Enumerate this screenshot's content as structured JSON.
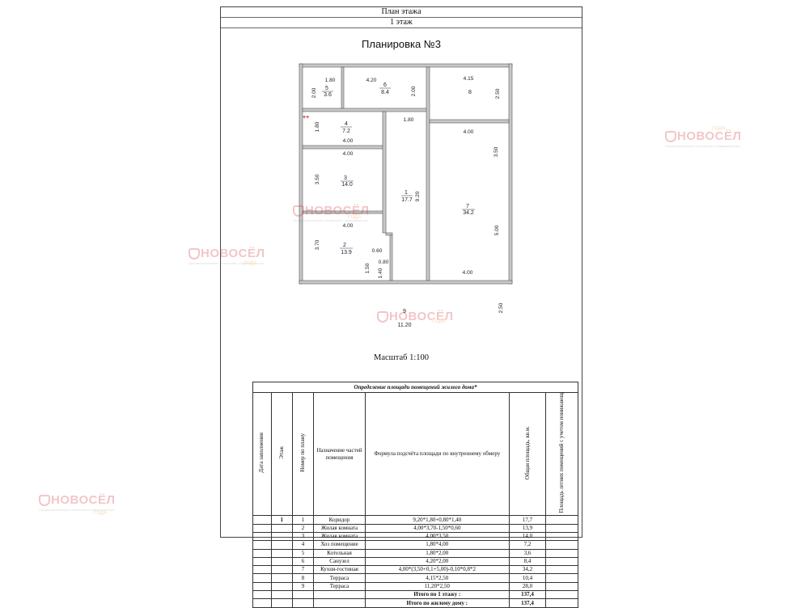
{
  "header": {
    "title": "План этажа",
    "floor": "1 этаж",
    "layout_title": "Планировка №3",
    "scale": "Масштаб 1:100"
  },
  "plan": {
    "room_labels": [
      {
        "num": "5",
        "area": "3.6"
      },
      {
        "num": "6",
        "area": "8.4"
      },
      {
        "num": "8",
        "area": ""
      },
      {
        "num": "4",
        "area": "7.2"
      },
      {
        "num": "3",
        "area": "14.0"
      },
      {
        "num": "2",
        "area": "13.9"
      },
      {
        "num": "1",
        "area": "17.7"
      },
      {
        "num": "7",
        "area": "34.2"
      },
      {
        "num": "9",
        "area": "11.20"
      }
    ],
    "dimensions": [
      "1.80",
      "4.20",
      "2.00",
      "2.00",
      "4.15",
      "2.50",
      "1.80",
      "1.80",
      "4.00",
      "4.00",
      "3.50",
      "4.00",
      "3.50",
      "9.20",
      "4.00",
      "3.70",
      "0.60",
      "0.80",
      "1.50",
      "1.40",
      "5.00",
      "4.00",
      "2.50"
    ],
    "plus_marks": "++"
  },
  "table": {
    "caption": "Определение площади помещений жилого дома*",
    "headers": {
      "date": "Дата заполнения",
      "floor": "Этаж",
      "num": "Номер по плану",
      "purpose": "Назначение частей помещения",
      "formula": "Формула подсчёта площади по внутреннему обмеру",
      "area": "Общая площадь, кв.м.",
      "area_adj": "Площадь летних помещений с учетом понижающ"
    },
    "floor_value": "1",
    "rows": [
      {
        "num": "1",
        "name": "Коридор",
        "formula": "9,20*1,80+0,80*1,40",
        "area": "17,7"
      },
      {
        "num": "2",
        "name": "Жилая комната",
        "formula": "4,00*3,70-1,50*0,60",
        "area": "13,9"
      },
      {
        "num": "3",
        "name": "Жилая комната",
        "formula": "4,00*3,50",
        "area": "14,0"
      },
      {
        "num": "4",
        "name": "Хоз помещение",
        "formula": "1,80*4,00",
        "area": "7,2"
      },
      {
        "num": "5",
        "name": "Котельная",
        "formula": "1,80*2,00",
        "area": "3,6"
      },
      {
        "num": "6",
        "name": "Санузел",
        "formula": "4,20*2,00",
        "area": "8,4"
      },
      {
        "num": "7",
        "name": "Кухня-гостиная",
        "formula": "4,00*(3,50+0,1+5,00)-0,10*0,8*2",
        "area": "34,2"
      },
      {
        "num": "8",
        "name": "Терраса",
        "formula": "4,15*2,50",
        "area": "10,4"
      },
      {
        "num": "9",
        "name": "Терраса",
        "formula": "11,20*2,50",
        "area": "28,0"
      }
    ],
    "total_floor_label": "Итого по 1 этажу :",
    "total_floor_value": "137,4",
    "total_house_label": "Итого по жилому дому :",
    "total_house_value": "137,4"
  },
  "watermark": {
    "brand": "НОВОСЁЛ",
    "tagline": "Профессиональные отношения с недвижимостью",
    "years": "ГОДА"
  }
}
